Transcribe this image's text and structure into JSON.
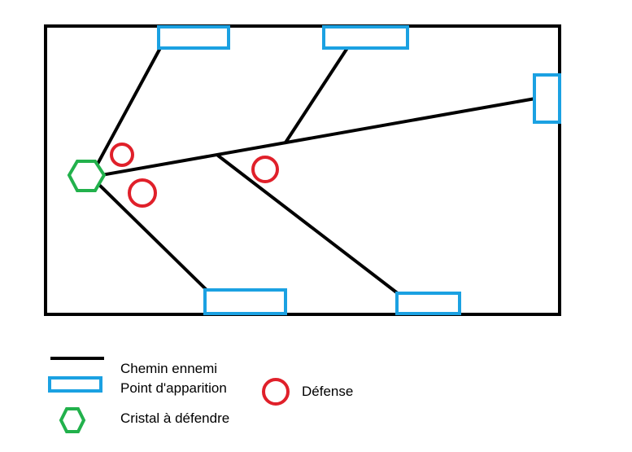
{
  "colors": {
    "path": "#000000",
    "spawn": "#1ba1e2",
    "crystal": "#22b14c",
    "defense": "#e0202a",
    "border": "#000000",
    "background": "#ffffff"
  },
  "map": {
    "spawn_points": 5,
    "defenses": 3,
    "crystals": 1
  },
  "legend": {
    "path_label": "Chemin ennemi",
    "spawn_label": "Point d'apparition",
    "crystal_label": "Cristal à défendre",
    "defense_label": "Défense"
  }
}
